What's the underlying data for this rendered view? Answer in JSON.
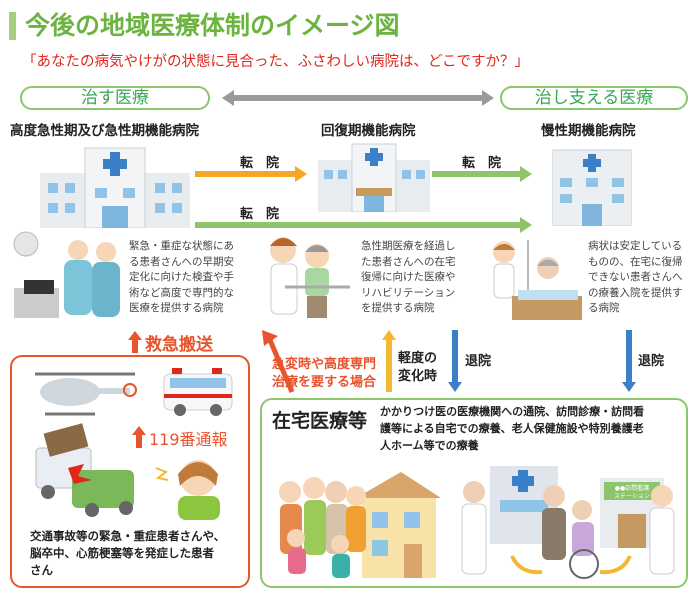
{
  "title": "今後の地域医療体制のイメージ図",
  "subtitle": "「あなたの病気やけがの状態に見合った、ふさわしい病院は、どこですか？」",
  "axis": {
    "left": "治す医療",
    "right": "治し支える医療"
  },
  "hospitals": [
    {
      "name": "高度急性期及び急性期機能病院",
      "description": [
        "緊急・重症な状態にあ",
        "る患者さんへの早期安",
        "定化に向けた検査や手",
        "術など高度で専門的な",
        "医療を提供する病院"
      ]
    },
    {
      "name": "回復期機能病院",
      "description": [
        "急性期医療を経過し",
        "た患者さんへの在宅",
        "復帰に向けた医療や",
        "リハビリテーション",
        "を提供する病院"
      ]
    },
    {
      "name": "慢性期機能病院",
      "description": [
        "病状は安定している",
        "ものの、在宅に復帰",
        "できない患者さんへ",
        "の療養入院を提供す",
        "る病院"
      ]
    }
  ],
  "transfers": {
    "a": "転　院",
    "b": "転　院",
    "c": "転　院"
  },
  "emergency": {
    "transport": "救急搬送",
    "call": "119番通報",
    "description": [
      "交通事故等の緊急・重症患者さんや、",
      "脳卒中、心筋梗塞等を発症した患者",
      "さん"
    ]
  },
  "flows": {
    "sudden": [
      "急変時や高度専門",
      "治療を要する場合"
    ],
    "mild": [
      "軽度の",
      "変化時"
    ],
    "discharge1": "退院",
    "discharge2": "退院"
  },
  "home": {
    "title": "在宅医療等",
    "description": [
      "かかりつけ医の医療機関への通院、訪問診療・訪問看",
      "護等による自宅での療養、老人保健施設や特別養護老",
      "人ホーム等での療養"
    ],
    "station_sign": [
      "●●訪問看護",
      "ステーション"
    ]
  },
  "colors": {
    "green": "#6cb33f",
    "red": "#e8542d",
    "blue": "#3a7fc8",
    "yellow": "#f5b731",
    "gray": "#9a9a9a"
  }
}
